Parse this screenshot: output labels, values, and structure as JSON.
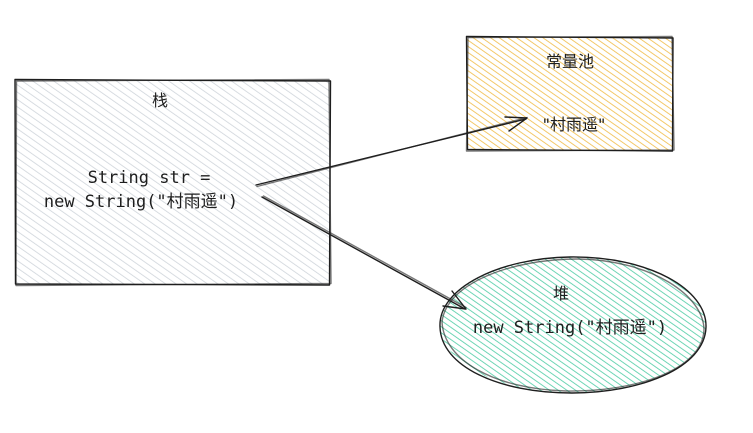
{
  "diagram": {
    "stack": {
      "title": "栈",
      "code_line1": "String str =",
      "code_line2": "new String(\"村雨遥\")",
      "fill_color": "#ced4da"
    },
    "constant_pool": {
      "title": "常量池",
      "value": "\"村雨遥\"",
      "fill_color": "#f2c35a"
    },
    "heap": {
      "title": "堆",
      "value": "new String(\"村雨遥\")",
      "fill_color": "#5fd1ad"
    },
    "stroke_color": "#1e1e1e"
  }
}
